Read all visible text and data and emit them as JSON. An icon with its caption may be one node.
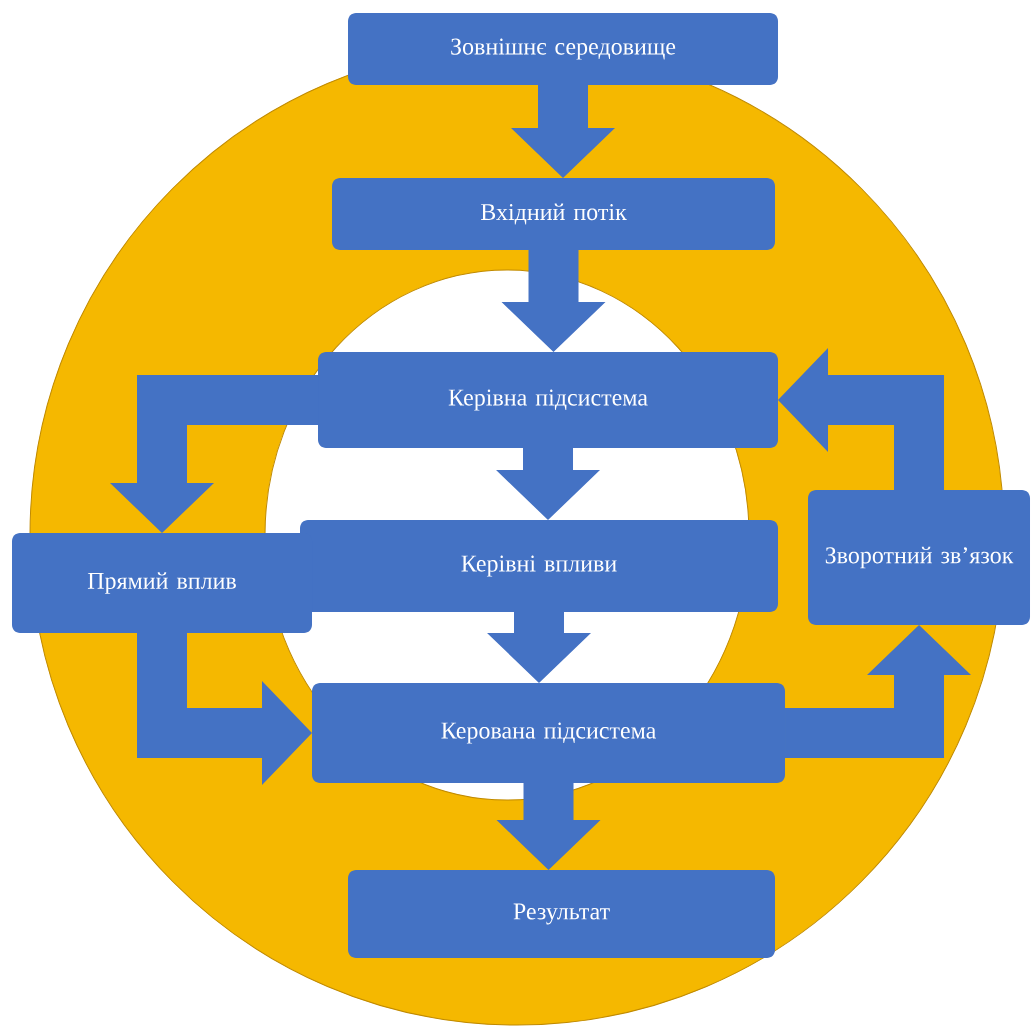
{
  "diagram": {
    "nodes": [
      {
        "text": [
          "Зовнішнє середовище"
        ]
      },
      {
        "text": [
          "Вхідний потік"
        ]
      },
      {
        "text": [
          "Керівна підсистема"
        ]
      },
      {
        "text": [
          "Керівні впливи"
        ]
      },
      {
        "text": [
          "Прямий вплив"
        ]
      },
      {
        "text": [
          "Зворотний зв’язок"
        ]
      },
      {
        "text": [
          "Керована підсистема"
        ]
      },
      {
        "text": [
          "Результат"
        ]
      }
    ],
    "edges": [
      {
        "from": 0,
        "to": 1,
        "arrow": "to"
      },
      {
        "from": 1,
        "to": 2,
        "arrow": "to"
      },
      {
        "from": 2,
        "to": 3,
        "arrow": "to"
      },
      {
        "from": 3,
        "to": 6,
        "arrow": "to"
      },
      {
        "from": 6,
        "to": 7,
        "arrow": "to"
      },
      {
        "from": 2,
        "to": 4,
        "arrow": "to"
      },
      {
        "from": 4,
        "to": 6,
        "arrow": "to"
      },
      {
        "from": 6,
        "to": 5,
        "arrow": "to"
      },
      {
        "from": 5,
        "to": 2,
        "arrow": "to"
      }
    ]
  }
}
